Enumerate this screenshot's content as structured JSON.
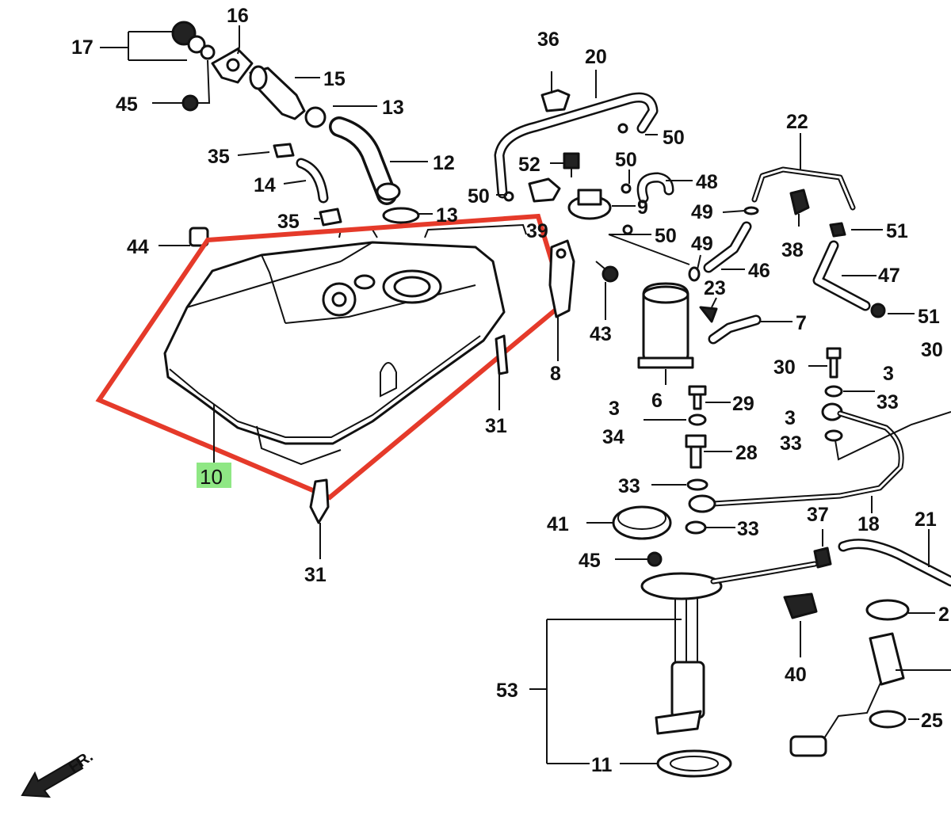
{
  "diagram": {
    "highlight_color": "#e53a2a",
    "label_highlight_color": "#7be36f",
    "highlighted_label": "10",
    "direction_label": "FR.",
    "labels": {
      "l17": "17",
      "l16": "16",
      "l15": "15",
      "l45a": "45",
      "l13a": "13",
      "l35a": "35",
      "l14": "14",
      "l12": "12",
      "l35b": "35",
      "l13b": "13",
      "l44": "44",
      "l39": "39",
      "l36": "36",
      "l20": "20",
      "l50a": "50",
      "l52": "52",
      "l50b": "50",
      "l48": "48",
      "l50c": "50",
      "l9": "9",
      "l50d": "50",
      "l22": "22",
      "l49a": "49",
      "l38": "38",
      "l51a": "51",
      "l49b": "49",
      "l46": "46",
      "l23": "23",
      "l47": "47",
      "l43": "43",
      "l7": "7",
      "l51b": "51",
      "l30a": "30",
      "l30b": "30",
      "l8": "8",
      "l6": "6",
      "l31a": "31",
      "l3a": "3",
      "l29": "29",
      "l3b": "3",
      "l33a": "33",
      "l3c": "3",
      "l34": "34",
      "l33b": "33",
      "l28": "28",
      "l33c": "33",
      "l41": "41",
      "l33d": "33",
      "l37": "37",
      "l18": "18",
      "l21": "21",
      "l45b": "45",
      "l31b": "31",
      "l40": "40",
      "l53": "53",
      "l25": "25",
      "l11": "11",
      "l2": "2"
    }
  }
}
